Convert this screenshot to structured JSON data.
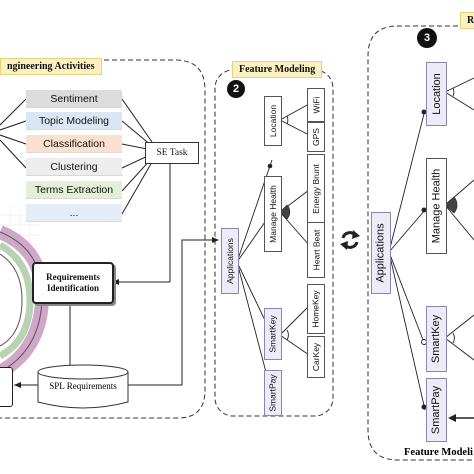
{
  "section1": {
    "title": "ngineering Activities",
    "tasks": [
      "Sentiment",
      "Topic Modeling",
      "Classification",
      "Clustering",
      "Terms Extraction",
      "..."
    ],
    "task_colors": [
      "#dcdcdc",
      "#dbe6f4",
      "#fbe0d0",
      "#ededed",
      "#e3efd8",
      "#e4ecf8"
    ],
    "se_task": "SE Task",
    "req_ident": "Requirements Identification",
    "spl_requirements": "SPL Requirements"
  },
  "section2": {
    "number": "2",
    "title": "Feature Modeling",
    "root": "Applications",
    "features": {
      "location": "Location",
      "wifi": "WiFi",
      "gps": "GPS",
      "manage_health": "Manage Health",
      "energy_brunt": "Energy Brunt",
      "heart_beat": "Heart Beat",
      "smartkey": "SmartKey",
      "homekey": "HomeKey",
      "carkey": "CarKey",
      "smartpay": "SmartPay"
    }
  },
  "section3": {
    "number": "3",
    "title_partial": "R",
    "root": "Applications",
    "features": {
      "location": "Location",
      "manage_health": "Manage Health",
      "smartkey": "SmartKey",
      "smartpay": "SmartPay"
    },
    "footer": "Feature Modeli"
  },
  "cycle_icon": "refresh-cycle-icon",
  "colors": {
    "feature_node": "#ecebf7",
    "node_border": "#8a86b0",
    "title_bg": "#fbf0bf"
  }
}
